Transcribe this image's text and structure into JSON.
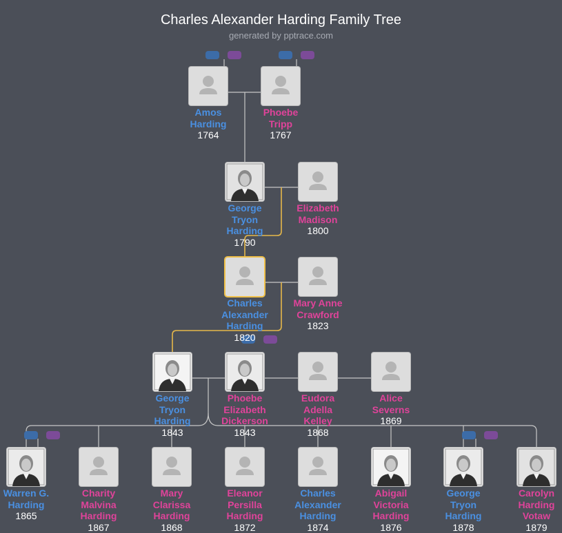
{
  "header": {
    "title": "Charles Alexander Harding Family Tree",
    "subtitle": "generated by pptrace.com"
  },
  "colors": {
    "background": "#4b4f58",
    "male": "#4a90e2",
    "female": "#e0439a",
    "highlight_line": "#e6b84a",
    "line": "#c8c8c8"
  },
  "people": [
    {
      "id": "amos",
      "name": "Amos Harding",
      "year": "1764",
      "gender": "male",
      "photo": "placeholder"
    },
    {
      "id": "phoebe_tripp",
      "name": "Phoebe Tripp",
      "year": "1767",
      "gender": "female",
      "photo": "placeholder"
    },
    {
      "id": "george_1790",
      "name": "George Tryon Harding",
      "year": "1790",
      "gender": "male",
      "photo": "portrait"
    },
    {
      "id": "elizabeth_madison",
      "name": "Elizabeth Madison",
      "year": "1800",
      "gender": "female",
      "photo": "placeholder"
    },
    {
      "id": "charles_1820",
      "name": "Charles Alexander Harding",
      "year": "1820",
      "gender": "male",
      "photo": "placeholder",
      "selected": true
    },
    {
      "id": "mary_anne",
      "name": "Mary Anne Crawford",
      "year": "1823",
      "gender": "female",
      "photo": "placeholder"
    },
    {
      "id": "george_1843",
      "name": "George Tryon Harding",
      "year": "1843",
      "gender": "male",
      "photo": "portrait"
    },
    {
      "id": "phoebe_dickerson",
      "name": "Phoebe Elizabeth Dickerson",
      "year": "1843",
      "gender": "female",
      "photo": "portrait"
    },
    {
      "id": "eudora",
      "name": "Eudora Adella Kelley",
      "year": "1868",
      "gender": "female",
      "photo": "placeholder"
    },
    {
      "id": "alice",
      "name": "Alice Severns",
      "year": "1869",
      "gender": "female",
      "photo": "placeholder"
    },
    {
      "id": "warren",
      "name": "Warren G. Harding",
      "year": "1865",
      "gender": "male",
      "photo": "portrait"
    },
    {
      "id": "charity",
      "name": "Charity Malvina Harding",
      "year": "1867",
      "gender": "female",
      "photo": "placeholder"
    },
    {
      "id": "mary_clarissa",
      "name": "Mary Clarissa Harding",
      "year": "1868",
      "gender": "female",
      "photo": "placeholder"
    },
    {
      "id": "eleanor",
      "name": "Eleanor Persilla Harding",
      "year": "1872",
      "gender": "female",
      "photo": "placeholder"
    },
    {
      "id": "charles_1874",
      "name": "Charles Alexander Harding",
      "year": "1874",
      "gender": "male",
      "photo": "placeholder"
    },
    {
      "id": "abigail",
      "name": "Abigail Victoria Harding",
      "year": "1876",
      "gender": "female",
      "photo": "portrait"
    },
    {
      "id": "george_1878",
      "name": "George Tryon Harding",
      "year": "1878",
      "gender": "male",
      "photo": "portrait"
    },
    {
      "id": "carolyn",
      "name": "Carolyn Harding Votaw",
      "year": "1879",
      "gender": "female",
      "photo": "portrait"
    }
  ]
}
